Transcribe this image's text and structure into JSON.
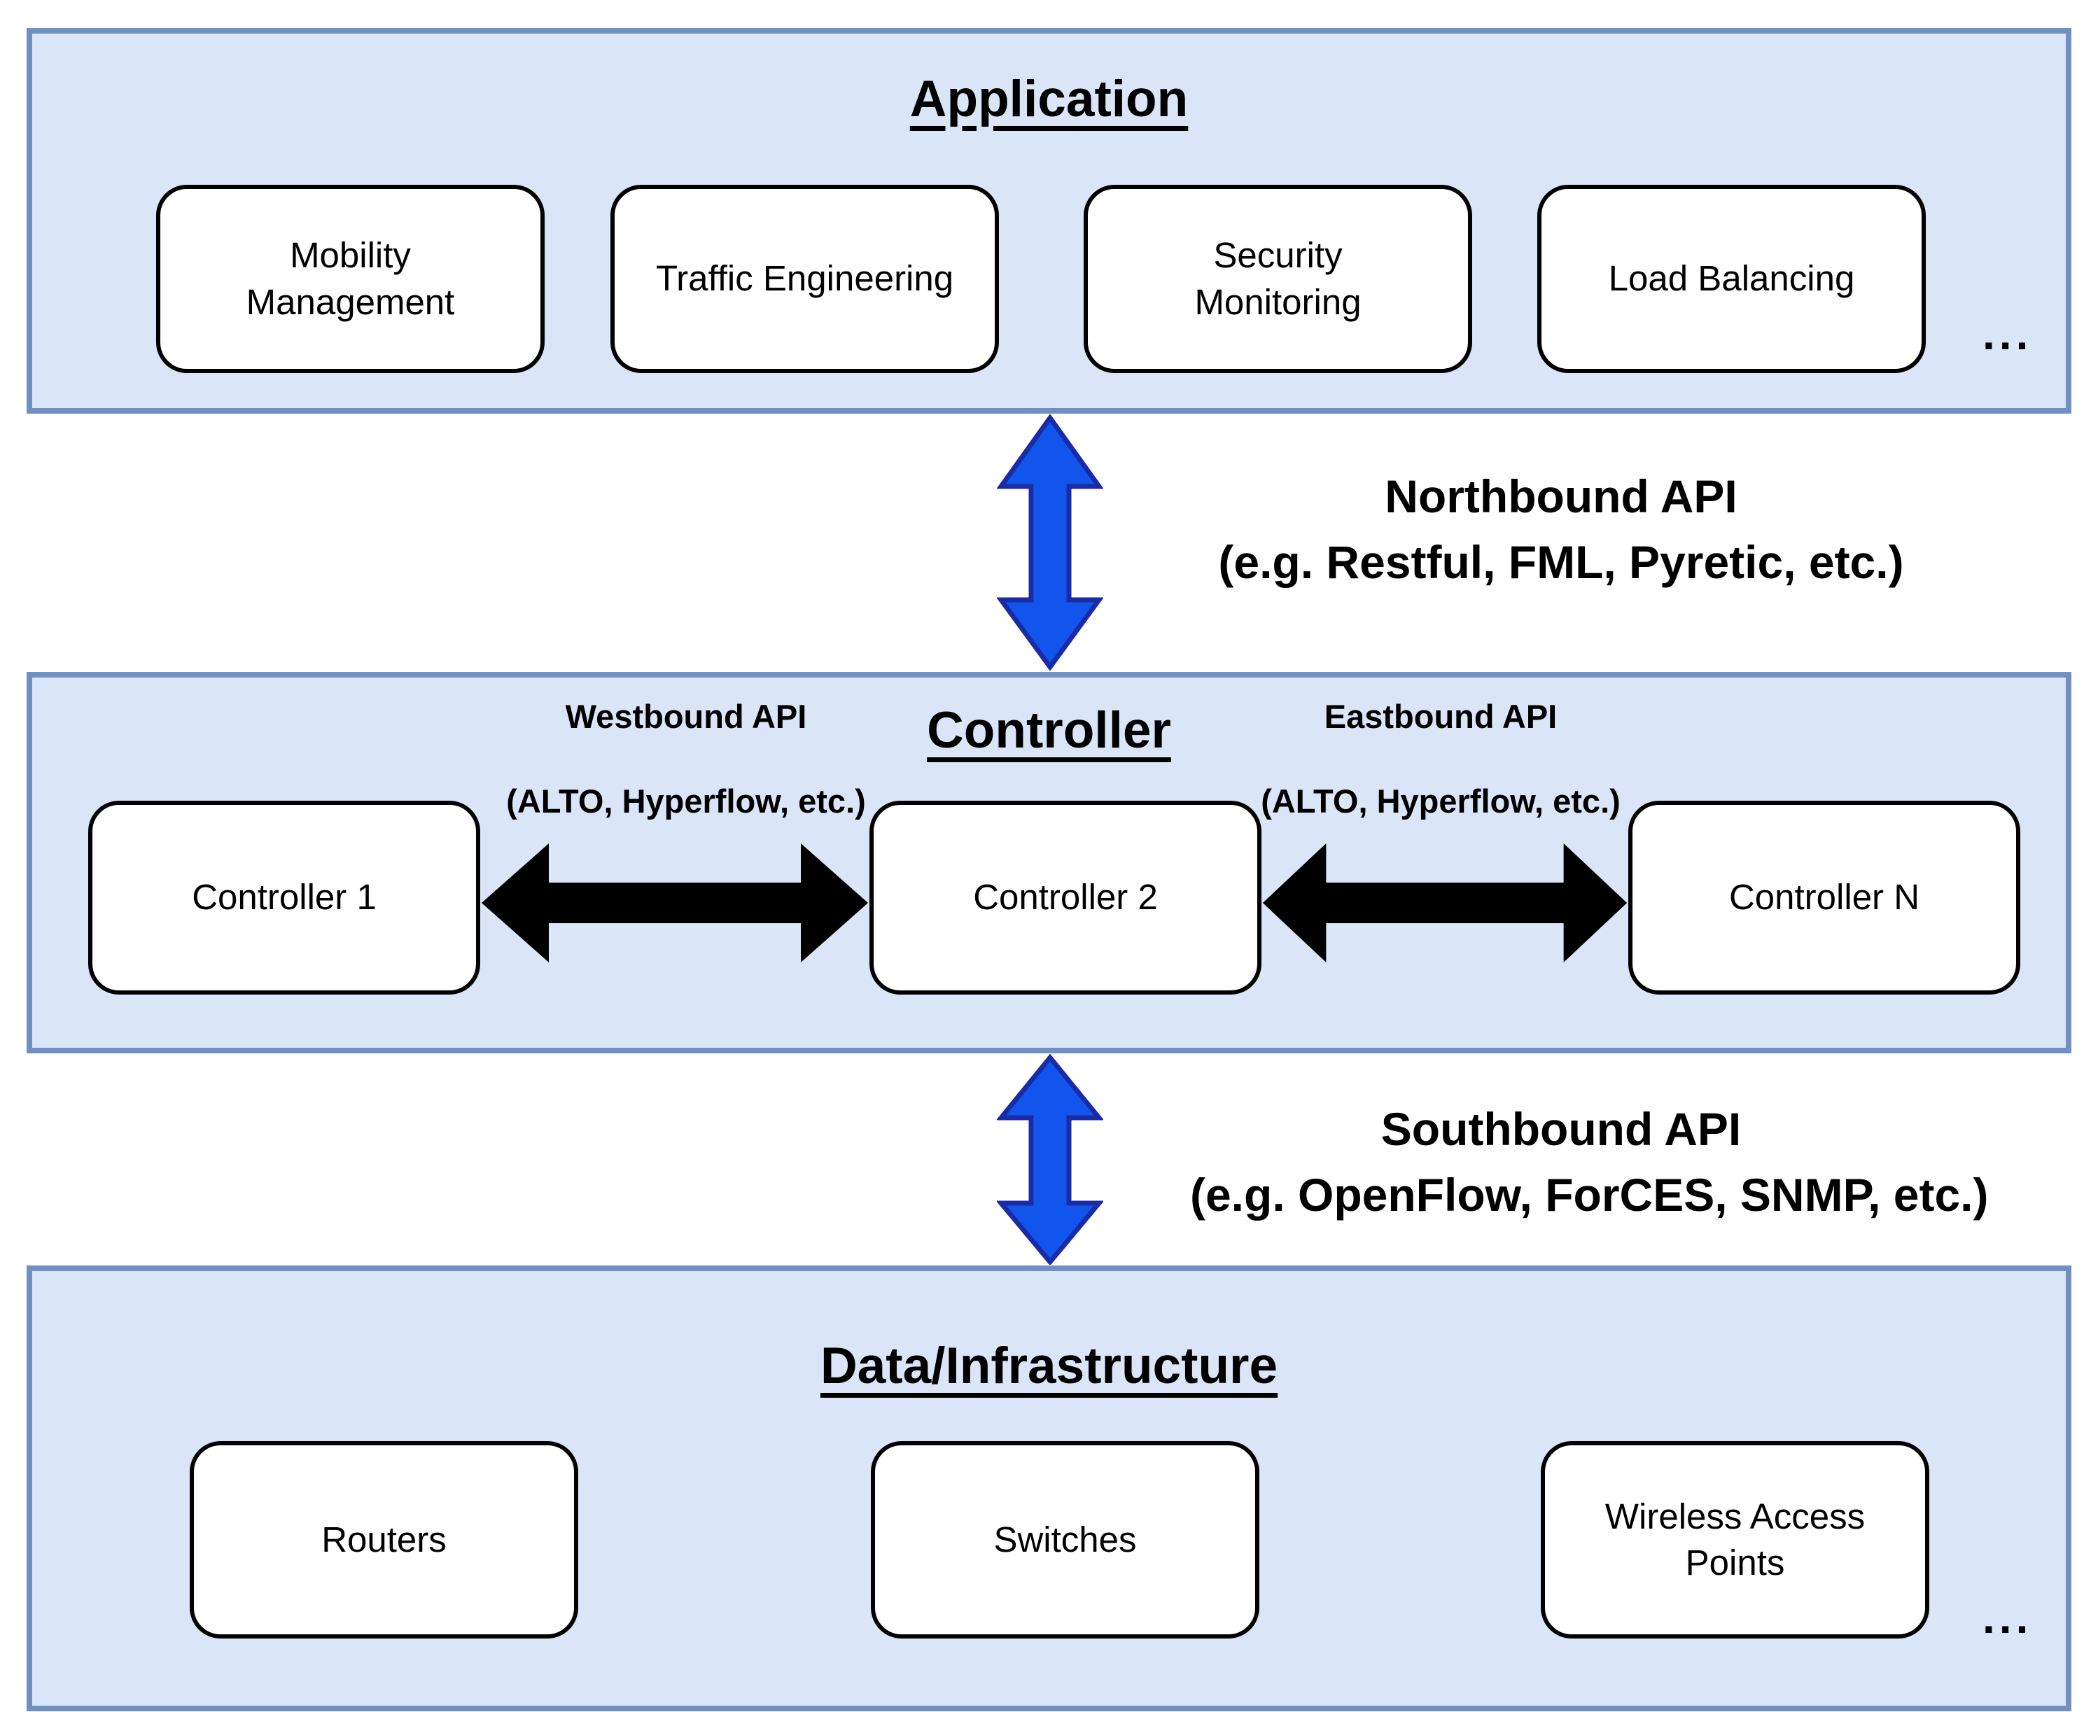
{
  "colors": {
    "page_bg": "#FFFFFF",
    "layer_bg": "#DAE6F8",
    "layer_border": "#7090C4",
    "node_bg": "#FFFFFF",
    "node_border": "#000000",
    "text": "#000000",
    "blue_arrow_fill": "#1155EC",
    "blue_arrow_stroke": "#1A2BA8",
    "black_arrow_fill": "#000000"
  },
  "application_layer": {
    "title": "Application",
    "boxes": [
      {
        "label": "Mobility Management"
      },
      {
        "label": "Traffic Engineering"
      },
      {
        "label": "Security Monitoring"
      },
      {
        "label": "Load Balancing"
      }
    ],
    "ellipsis": "..."
  },
  "northbound_api": {
    "name": "Northbound API",
    "examples": "(e.g. Restful, FML, Pyretic, etc.)"
  },
  "controller_layer": {
    "title": "Controller",
    "westbound_api": {
      "name": "Westbound API",
      "examples": "(ALTO, Hyperflow, etc.)"
    },
    "eastbound_api": {
      "name": "Eastbound API",
      "examples": "(ALTO, Hyperflow, etc.)"
    },
    "boxes": [
      {
        "label": "Controller 1"
      },
      {
        "label": "Controller 2"
      },
      {
        "label": "Controller N"
      }
    ],
    "ellipsis": "..."
  },
  "southbound_api": {
    "name": "Southbound API",
    "examples": "(e.g. OpenFlow, ForCES, SNMP, etc.)"
  },
  "data_layer": {
    "title": "Data/Infrastructure",
    "boxes": [
      {
        "label": "Routers"
      },
      {
        "label": "Switches"
      },
      {
        "label": "Wireless Access Points"
      }
    ],
    "ellipsis": "..."
  }
}
